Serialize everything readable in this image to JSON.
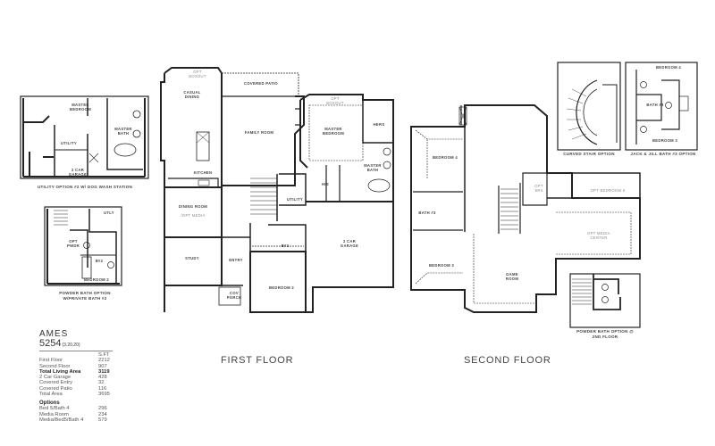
{
  "plan": {
    "name": "AMES",
    "number": "5254",
    "revision": "(3.20.20)"
  },
  "area_table": {
    "unit_header": "S.FT",
    "rows": [
      {
        "label": "First Floor",
        "value": "2212",
        "bold": false
      },
      {
        "label": "Second Floor",
        "value": "907",
        "bold": false
      },
      {
        "label": "Total Living Area",
        "value": "3119",
        "bold": true
      },
      {
        "label": "2 Car Garage",
        "value": "428",
        "bold": false
      },
      {
        "label": "Covered Entry",
        "value": "32",
        "bold": false
      },
      {
        "label": "Covered Patio",
        "value": "116",
        "bold": false
      },
      {
        "label": "Total Area",
        "value": "3695",
        "bold": false
      }
    ],
    "options_header": "Options",
    "options": [
      {
        "label": "Bed 5/Bath 4",
        "value": "296"
      },
      {
        "label": "Media Room",
        "value": "234"
      },
      {
        "label": "Media/Bed5/Bath 4",
        "value": "579"
      }
    ]
  },
  "floor_titles": {
    "first": "FIRST FLOOR",
    "second": "SECOND FLOOR"
  },
  "first_floor_rooms": {
    "opt_boxout_top": "OPT BOXOUT",
    "opt_boxout_side": "OPT BOXOUT",
    "casual_dining": "CASUAL DINING",
    "covered_patio": "COVERED PATIO",
    "family_room": "FAMILY ROOM",
    "kitchen": "KITCHEN",
    "dining_room": "DINING ROOM",
    "opt_media": "/OPT MEDIA",
    "study": "STUDY",
    "entry": "ENTRY",
    "cov_porch": "COV PORCH",
    "bedroom_2": "BEDROOM 2",
    "bath_2": "B#2",
    "utility": "UTILITY",
    "master_bedroom": "MASTER BEDROOM",
    "master_opt_boxout": "OPT BOXOUT",
    "hers": "HERS",
    "his": "HIS",
    "master_bath": "MASTER BATH",
    "garage": "2 CAR GARAGE"
  },
  "second_floor_rooms": {
    "bedroom_4": "BEDROOM 4",
    "bath_3": "BATH #3",
    "bedroom_3": "BEDROOM 3",
    "game_room": "GAME ROOM",
    "opt_bath_4": "OPT B#4",
    "opt_bedroom_5": "OPT BEDROOM 5",
    "opt_media_center": "OPT MEDIA CENTER"
  },
  "option_insets": {
    "utility_option": {
      "caption": "UTILITY OPTION #2 W/ DOG WASH STATION",
      "rooms": {
        "master_bedroom": "MASTER BEDROOM",
        "master_bath": "MASTER BATH",
        "utility": "UTILITY",
        "garage": "2 CAR GARAGE"
      }
    },
    "powder_bath_option": {
      "caption": "POWDER BATH OPTION W/PRIVATE BATH #2",
      "rooms": {
        "utly": "UTLY",
        "opt_pwdr": "OPT PWDR",
        "bath_2": "B#2",
        "bedroom_2": "BEDROOM 2"
      }
    },
    "curved_stair_option": {
      "caption": "CURVED STAIR OPTION"
    },
    "jack_jill_option": {
      "caption": "JACK & JILL BATH #3 OPTION",
      "rooms": {
        "bedroom_4": "BEDROOM 4",
        "bath_3": "BATH #3",
        "bedroom_3": "BEDROOM 3"
      }
    },
    "powder_bath_2nd": {
      "caption": "POWDER BATH OPTION @ 2nd FLOOR"
    }
  }
}
